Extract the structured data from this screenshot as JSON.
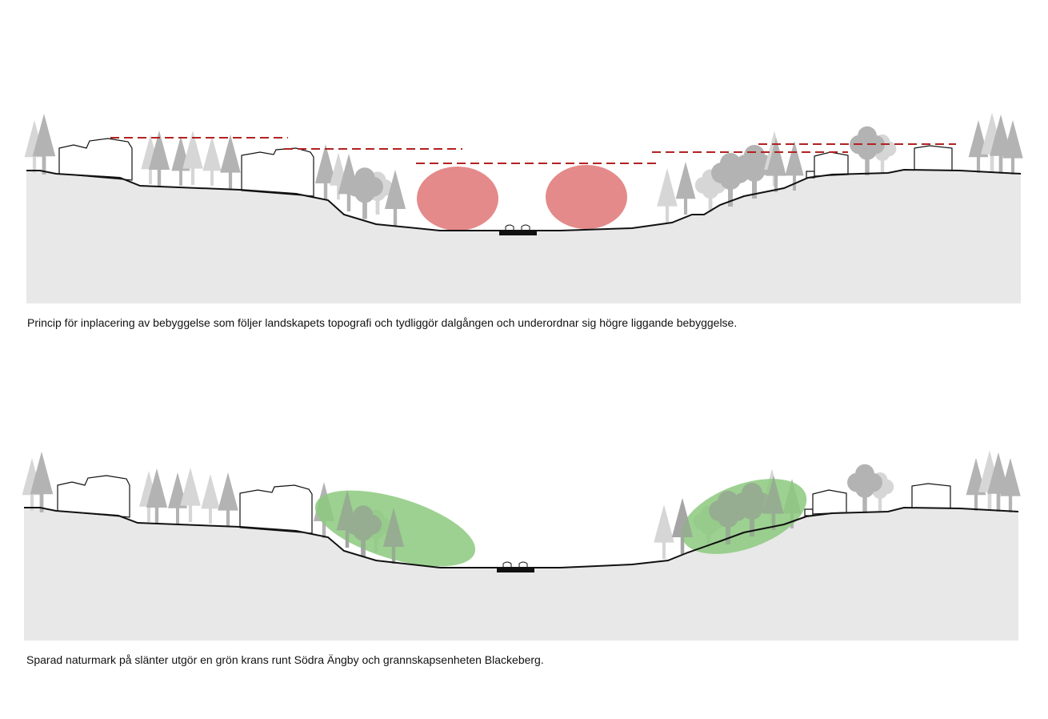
{
  "colors": {
    "ground": "#e8e8e8",
    "ground_line": "#111111",
    "tree_dark": "#b3b3b3",
    "tree_light": "#d6d6d6",
    "building_fill": "#ffffff",
    "building_line": "#111111",
    "height_limit_line": "#b22222",
    "building_zone": "#e48a8a",
    "nature_zone": "#8cc97e",
    "road": "#111111"
  },
  "sections": [
    {
      "id": "top",
      "caption": "Princip för inplacering av bebyggelse som följer landskapets topografi och tydliggör dalgången och underordnar sig högre liggande bebyggelse."
    },
    {
      "id": "bottom",
      "caption": "Sparad naturmark på slänter utgör en grön krans runt Södra Ängby och grannskapsenheten Blackeberg."
    }
  ]
}
